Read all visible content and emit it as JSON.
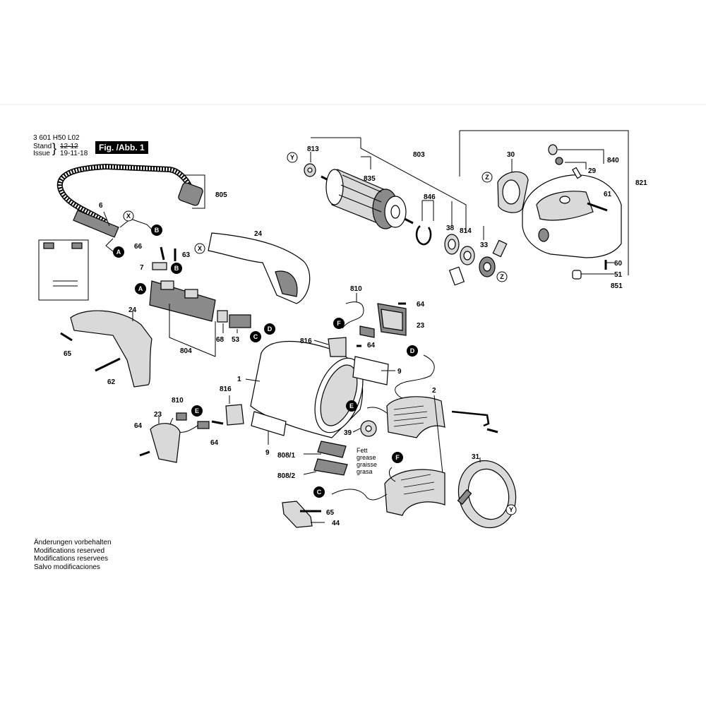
{
  "header": {
    "doc_number": "3 601 H50 L02",
    "stand_label": "Stand",
    "issue_label": "Issue",
    "stand_value": "12-12",
    "issue_value": "19-11-18",
    "figure_label": "Fig. /Abb. 1"
  },
  "notes": [
    "Änderungen vorbehalten",
    "Modifications reserved",
    "Modifications reservees",
    "Salvo modificaciones"
  ],
  "grease_note": [
    "Fett",
    "grease",
    "graisse",
    "grasa"
  ],
  "part_labels": {
    "p813": "813",
    "p803": "803",
    "p835": "835",
    "p846": "846",
    "p38": "38",
    "p814": "814",
    "p33": "33",
    "p30": "30",
    "p840": "840",
    "p29": "29",
    "p821": "821",
    "p61": "61",
    "p60": "60",
    "p51": "51",
    "p851": "851",
    "p805": "805",
    "p6": "6",
    "p24a": "24",
    "p66": "66",
    "p63": "63",
    "p7": "7",
    "p24b": "24",
    "p65a": "65",
    "p62": "62",
    "p804": "804",
    "p68": "68",
    "p53": "53",
    "p810a": "810",
    "p64a": "64",
    "p23a": "23",
    "p816a": "816",
    "p64b": "64",
    "p9a": "9",
    "p1": "1",
    "p2": "2",
    "p810b": "810",
    "p816b": "816",
    "p23b": "23",
    "p64c": "64",
    "p64d": "64",
    "p9b": "9",
    "p8081": "808/1",
    "p8082": "808/2",
    "p39": "39",
    "p31": "31",
    "p65b": "65",
    "p44": "44"
  },
  "connection_tags": {
    "A": "A",
    "B": "B",
    "C": "C",
    "D": "D",
    "E": "E",
    "F": "F",
    "X": "X",
    "Y": "Y",
    "Z": "Z"
  }
}
